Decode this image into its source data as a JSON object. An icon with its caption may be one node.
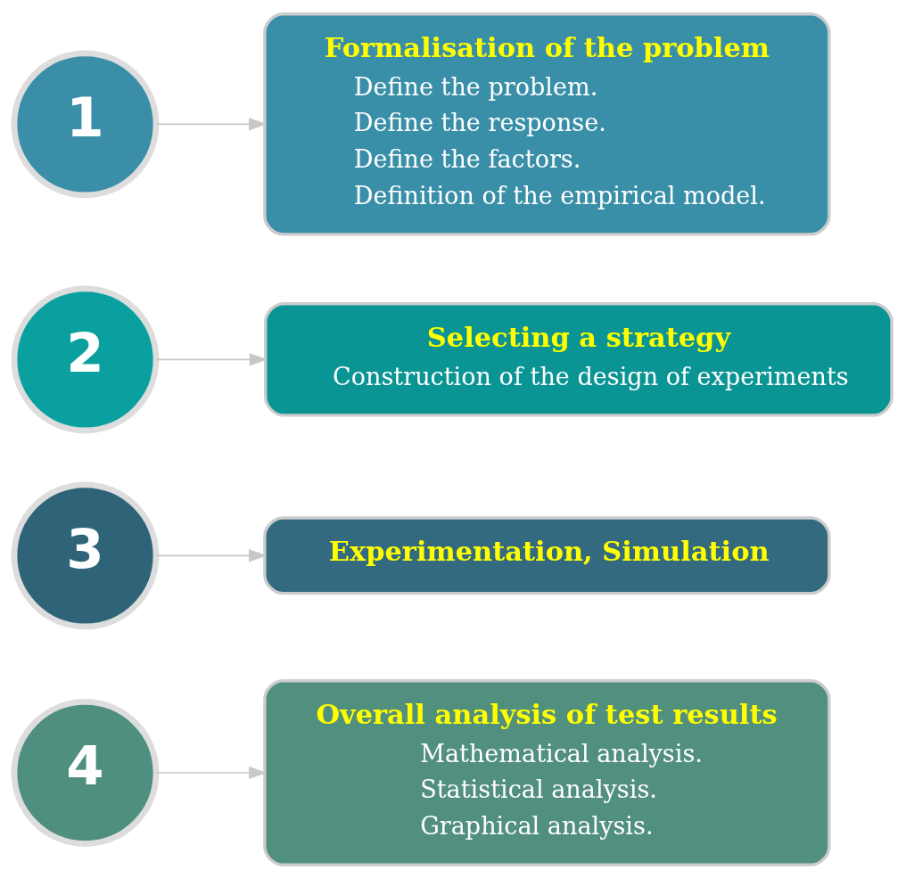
{
  "diagram": {
    "nodes": [
      {
        "text": [
          "1"
        ]
      },
      {
        "text": [
          "Formalisation of the problem",
          "Define the problem.",
          "Define the response.",
          "Define the factors.",
          "Definition of the empirical model."
        ]
      },
      {
        "text": [
          "2"
        ]
      },
      {
        "text": [
          "Selecting a strategy",
          "Construction of the design of experiments"
        ]
      },
      {
        "text": [
          "3"
        ]
      },
      {
        "text": [
          "Experimentation, Simulation"
        ]
      },
      {
        "text": [
          "4"
        ]
      },
      {
        "text": [
          "Overall analysis of test results",
          "Mathematical analysis.",
          "Statistical analysis.",
          "Graphical analysis."
        ]
      }
    ],
    "edges": [
      {
        "from": 0,
        "to": 1,
        "arrow": "to"
      },
      {
        "from": 2,
        "to": 3,
        "arrow": "to"
      },
      {
        "from": 4,
        "to": 5,
        "arrow": "to"
      },
      {
        "from": 6,
        "to": 7,
        "arrow": "to"
      }
    ]
  }
}
